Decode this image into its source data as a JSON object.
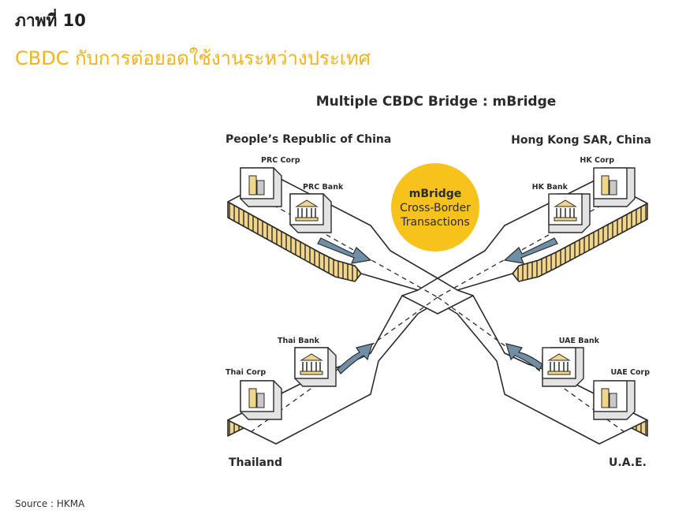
{
  "figure": {
    "number": "ภาพที่ 10",
    "title": "CBDC กับการต่อยอดใช้งานระหว่างประเทศ",
    "source": "Source : HKMA"
  },
  "diagram": {
    "title": "Multiple CBDC Bridge : mBridge",
    "hub": {
      "line1": "mBridge",
      "line2": "Cross-Border",
      "line3": "Transactions"
    },
    "regions": {
      "china": {
        "name": "People’s Republic of China",
        "corp": "PRC Corp",
        "bank": "PRC Bank"
      },
      "hongkong": {
        "name": "Hong Kong SAR, China",
        "corp": "HK Corp",
        "bank": "HK Bank"
      },
      "thailand": {
        "name": "Thailand",
        "corp": "Thai Corp",
        "bank": "Thai Bank"
      },
      "uae": {
        "name": "U.A.E.",
        "corp": "UAE Corp",
        "bank": "UAE Bank"
      }
    },
    "colors": {
      "accent_yellow": "#f7c21c",
      "road_side": "#f1d68a",
      "road_top": "#ffffff",
      "outline": "#2b2b2b",
      "arrow_blue": "#6f8fa7",
      "building_gray": "#c9c9c9",
      "title_yellow": "#f2b418"
    }
  }
}
